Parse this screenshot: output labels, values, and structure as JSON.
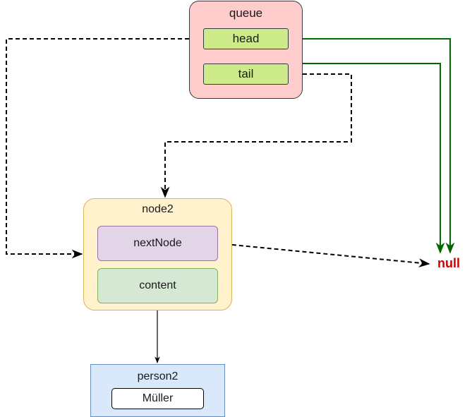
{
  "queue": {
    "title": "queue",
    "head_label": "head",
    "tail_label": "tail"
  },
  "node": {
    "title": "node2",
    "next_label": "nextNode",
    "content_label": "content"
  },
  "person": {
    "title": "person2",
    "name": "Müller"
  },
  "null_label": "null",
  "colors": {
    "queue_fill": "#ffcccc",
    "field_fill": "#cdeb8b",
    "node_fill": "#fff2cc",
    "next_fill": "#e1d5e7",
    "content_fill": "#d5e8d4",
    "person_fill": "#dae8fc",
    "null_arrow": "#006600",
    "null_text": "#cc0000"
  }
}
